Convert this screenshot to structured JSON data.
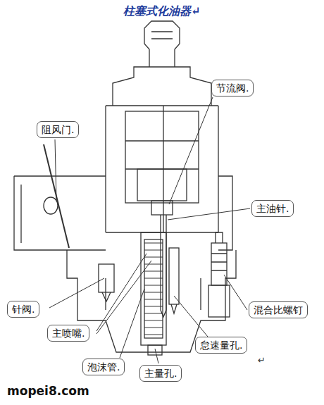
{
  "diagram": {
    "title": "柱塞式化油器↵",
    "nodes": [
      {
        "text": [
          "节流阀."
        ]
      },
      {
        "text": [
          "阻风门."
        ]
      },
      {
        "text": [
          "主油针."
        ]
      },
      {
        "text": [
          "针阀."
        ]
      },
      {
        "text": [
          "混合比螺钉"
        ]
      },
      {
        "text": [
          "主喷嘴."
        ]
      },
      {
        "text": [
          "怠速量孔."
        ]
      },
      {
        "text": [
          "泡沫管."
        ]
      },
      {
        "text": [
          "主量孔."
        ]
      }
    ],
    "edges": [],
    "labels": [
      "↵",
      "mopei8.com"
    ]
  }
}
